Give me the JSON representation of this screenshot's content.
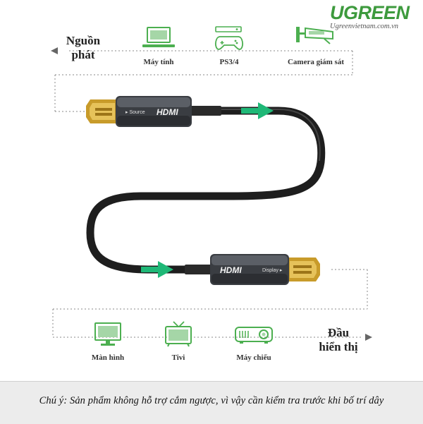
{
  "brand": {
    "logo": "UGREEN",
    "url": "Ugreenvietnam.com.vn"
  },
  "source": {
    "title_line1": "Nguồn",
    "title_line2": "phát",
    "devices": [
      {
        "label": "Máy tính",
        "icon": "monitor-icon"
      },
      {
        "label": "PS3/4",
        "icon": "game-console-icon"
      },
      {
        "label": "Camera giám sát",
        "icon": "security-camera-icon"
      }
    ]
  },
  "cable": {
    "source_connector_text": "▸ Source",
    "display_connector_text": "Display ▸",
    "hdmi_logo": "HDMI"
  },
  "display": {
    "title_line1": "Đầu",
    "title_line2": "hiển thị",
    "devices": [
      {
        "label": "Màn hình",
        "icon": "monitor-icon"
      },
      {
        "label": "Tivi",
        "icon": "tv-icon"
      },
      {
        "label": "Máy chiếu",
        "icon": "projector-icon"
      }
    ]
  },
  "colors": {
    "icon_green": "#4caf50",
    "brand_green": "#3d9a3d",
    "arrow_green": "#1fb877"
  },
  "note": "Chú ý: Sản phẩm không hỗ trợ cắm ngược, vì vậy cần kiểm tra trước khi bố trí dây"
}
